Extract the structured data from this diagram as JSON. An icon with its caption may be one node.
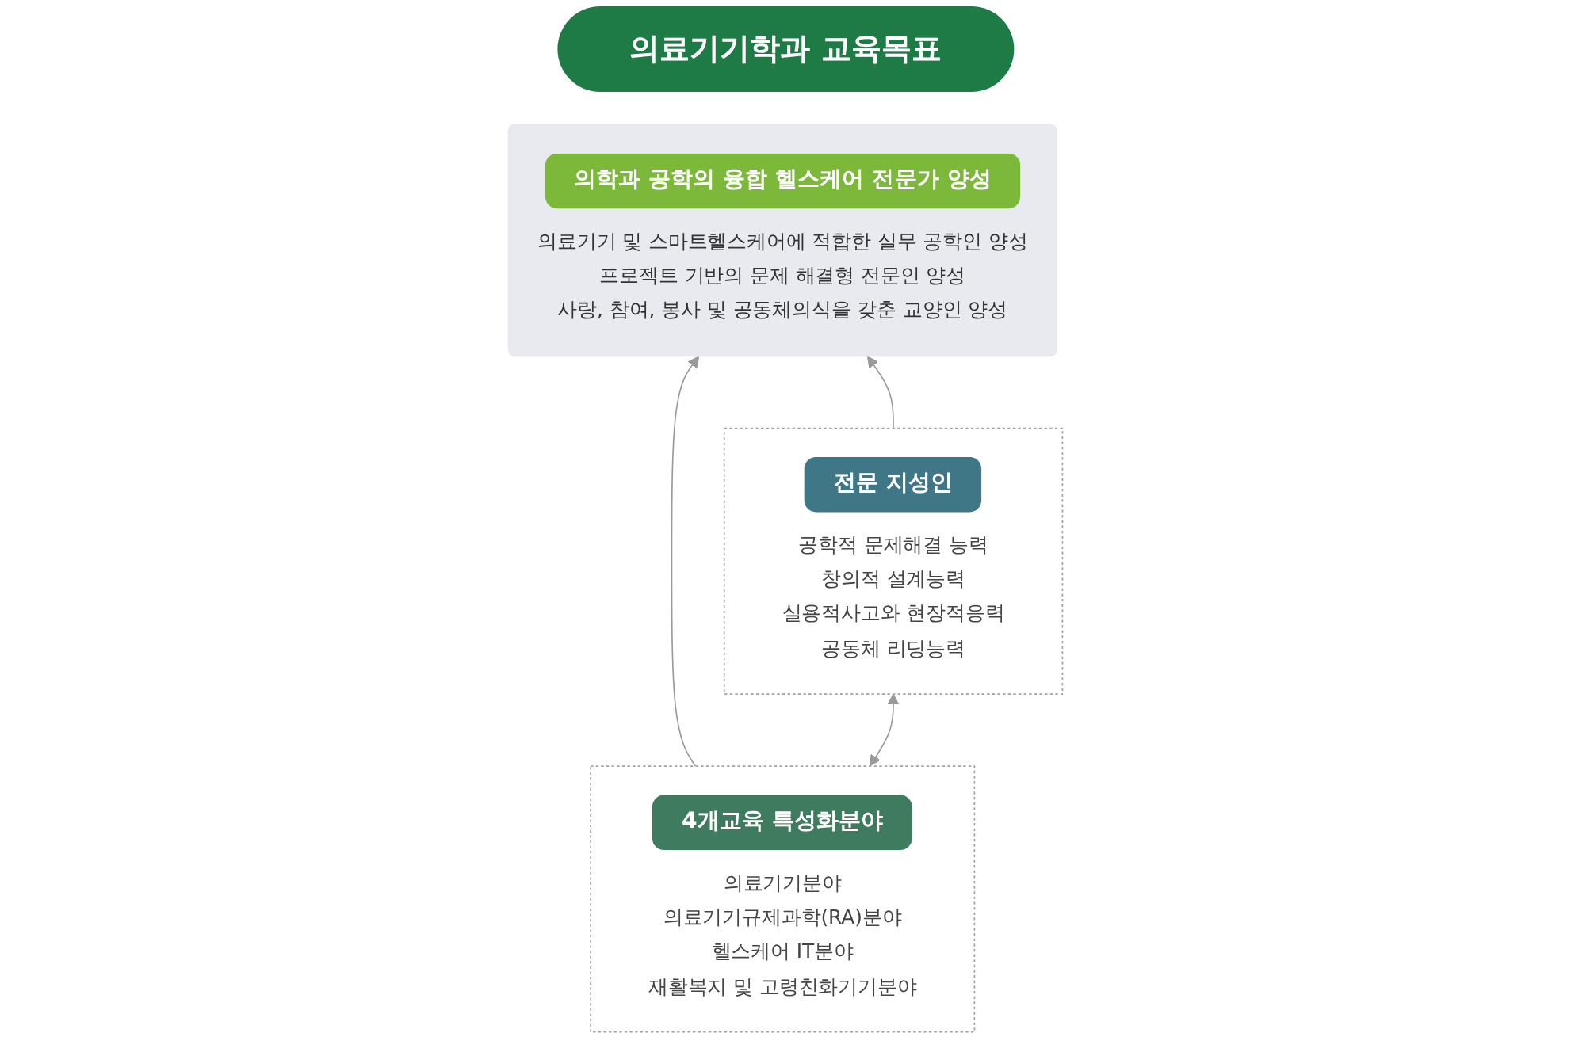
{
  "diagram": {
    "title": "의료기기학과 교육목표",
    "nodes": [
      {
        "text": [
          "의학과 공학의 융합 헬스케어 전문가 양성",
          "의료기기 및 스마트헬스케어에 적합한 실무 공학인 양성",
          "프로젝트 기반의 문제 해결형 전문인 양성",
          "사랑, 참여, 봉사 및 공동체의식을 갖춘 교양인 양성"
        ]
      },
      {
        "text": [
          "4개교육 특성화분야",
          "의료기기분야",
          "의료기기규제과학(RA)분야",
          "헬스케어 IT분야",
          "재활복지 및 고령친화기기분야"
        ]
      },
      {
        "text": [
          "전문 지성인",
          "공학적 문제해결 능력",
          "창의적 설계능력",
          "실용적사고와 현장적응력",
          "공동체 리딩능력"
        ]
      }
    ],
    "edges": [
      {
        "from": 1,
        "to": 0,
        "arrow": "to"
      },
      {
        "from": 2,
        "to": 0,
        "arrow": "to"
      },
      {
        "from": 1,
        "to": 2,
        "arrow": "both"
      }
    ]
  }
}
